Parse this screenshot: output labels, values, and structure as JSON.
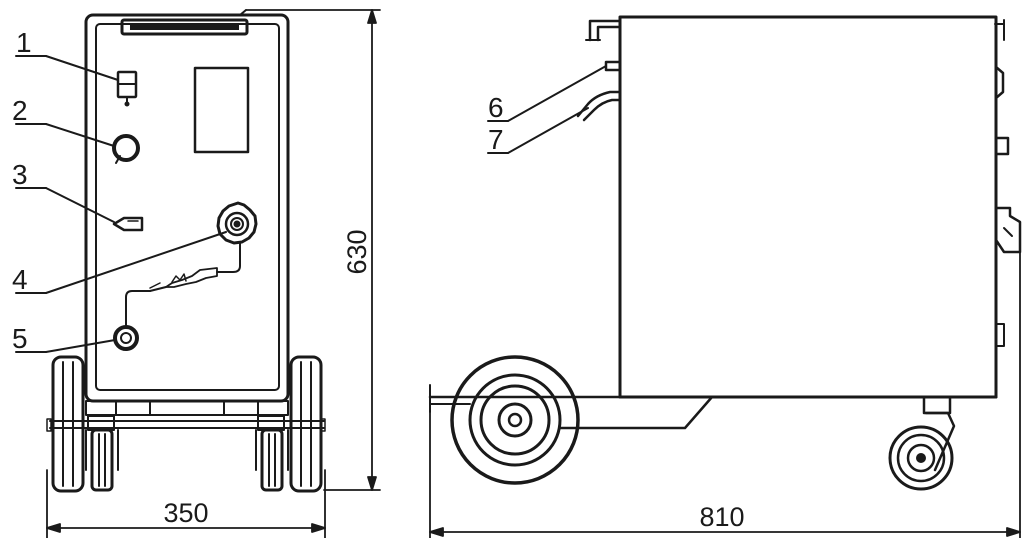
{
  "callouts": {
    "c1": "1",
    "c2": "2",
    "c3": "3",
    "c4": "4",
    "c5": "5",
    "c6": "6",
    "c7": "7"
  },
  "dimensions": {
    "width": "350",
    "height": "630",
    "length": "810"
  },
  "colors": {
    "stroke": "#1a1a1a",
    "background": "#ffffff"
  }
}
